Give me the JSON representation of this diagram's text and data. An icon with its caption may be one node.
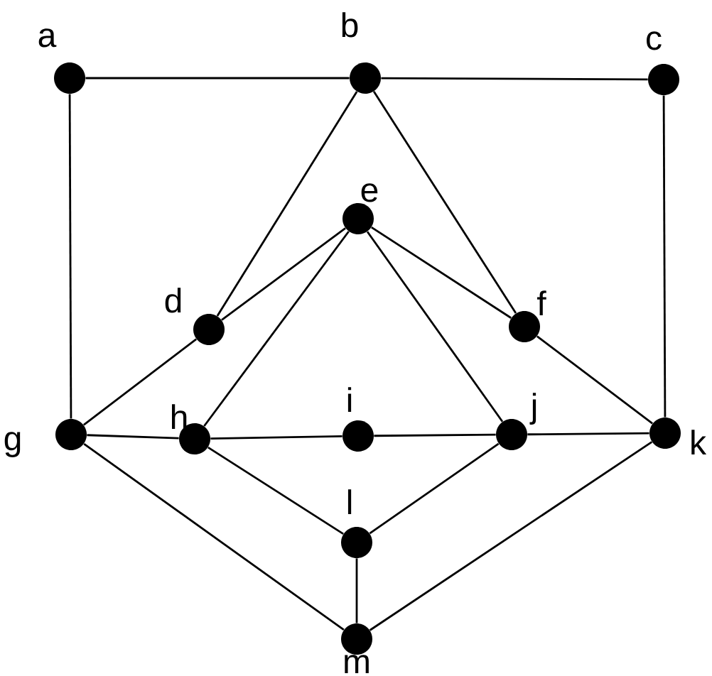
{
  "diagram": {
    "nodes": [
      {
        "text": [],
        "shape": "circle",
        "beside": [
          "a"
        ]
      },
      {
        "text": [],
        "shape": "circle",
        "beside": [
          "b"
        ]
      },
      {
        "text": [],
        "shape": "circle",
        "beside": [
          "c"
        ]
      },
      {
        "text": [],
        "shape": "circle",
        "beside": [
          "e"
        ]
      },
      {
        "text": [],
        "shape": "circle",
        "beside": [
          "d"
        ]
      },
      {
        "text": [],
        "shape": "circle",
        "beside": [
          "f"
        ]
      },
      {
        "text": [],
        "shape": "circle",
        "beside": [
          "g"
        ]
      },
      {
        "text": [],
        "shape": "circle",
        "beside": [
          "h"
        ]
      },
      {
        "text": [],
        "shape": "circle",
        "beside": [
          "i"
        ]
      },
      {
        "text": [],
        "shape": "circle",
        "beside": [
          "j"
        ]
      },
      {
        "text": [],
        "shape": "circle",
        "beside": [
          "k"
        ]
      },
      {
        "text": [],
        "shape": "circle",
        "beside": [
          "l"
        ]
      },
      {
        "text": [],
        "shape": "circle",
        "beside": [
          "m"
        ]
      }
    ],
    "edges": [
      {
        "from": 0,
        "to": 1,
        "arrow": "none"
      },
      {
        "from": 1,
        "to": 2,
        "arrow": "none"
      },
      {
        "from": 0,
        "to": 6,
        "arrow": "none"
      },
      {
        "from": 2,
        "to": 10,
        "arrow": "none"
      },
      {
        "from": 1,
        "to": 4,
        "arrow": "none"
      },
      {
        "from": 1,
        "to": 5,
        "arrow": "none"
      },
      {
        "from": 3,
        "to": 4,
        "arrow": "none"
      },
      {
        "from": 3,
        "to": 5,
        "arrow": "none"
      },
      {
        "from": 3,
        "to": 7,
        "arrow": "none"
      },
      {
        "from": 3,
        "to": 9,
        "arrow": "none"
      },
      {
        "from": 4,
        "to": 6,
        "arrow": "none"
      },
      {
        "from": 5,
        "to": 10,
        "arrow": "none"
      },
      {
        "from": 6,
        "to": 7,
        "arrow": "none"
      },
      {
        "from": 7,
        "to": 8,
        "arrow": "none"
      },
      {
        "from": 8,
        "to": 9,
        "arrow": "none"
      },
      {
        "from": 9,
        "to": 10,
        "arrow": "none"
      },
      {
        "from": 6,
        "to": 12,
        "arrow": "none"
      },
      {
        "from": 7,
        "to": 11,
        "arrow": "none"
      },
      {
        "from": 9,
        "to": 11,
        "arrow": "none"
      },
      {
        "from": 11,
        "to": 12,
        "arrow": "none"
      },
      {
        "from": 10,
        "to": 12,
        "arrow": "none"
      }
    ]
  }
}
